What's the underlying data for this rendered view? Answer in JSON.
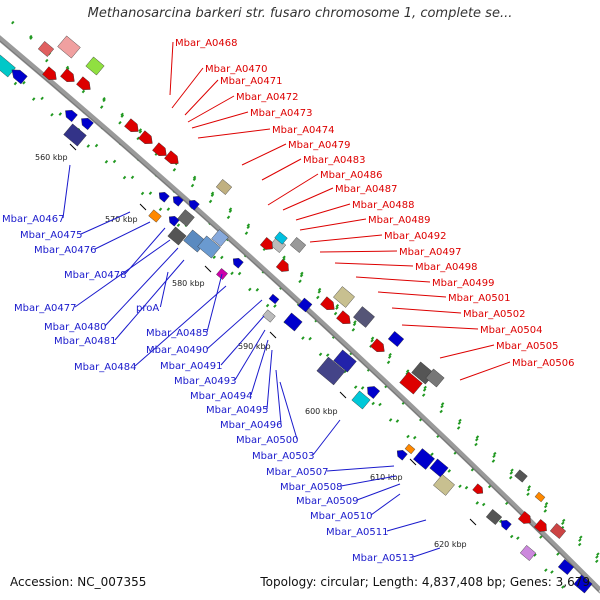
{
  "title": "Methanosarcina barkeri str. fusaro chromosome 1, complete se...",
  "footer": {
    "accession": "Accession: NC_007355",
    "summary": "Topology: circular; Length: 4,837,408 bp; Genes: 3,679"
  },
  "ticks": [
    "560 kbp",
    "570 kbp",
    "580 kbp",
    "590 kbp",
    "600 kbp",
    "610 kbp",
    "620 kbp"
  ],
  "colors": {
    "backbone": "#9a9a9a",
    "forward_strand": "#dd0000",
    "reverse_strand": "#0000cc",
    "guide_dots": "#229922",
    "forward_label": "#dd0000",
    "reverse_label": "#1a1acc"
  },
  "forward_labels": [
    "Mbar_A0468",
    "Mbar_A0470",
    "Mbar_A0471",
    "Mbar_A0472",
    "Mbar_A0473",
    "Mbar_A0474",
    "Mbar_A0479",
    "Mbar_A0483",
    "Mbar_A0486",
    "Mbar_A0487",
    "Mbar_A0488",
    "Mbar_A0489",
    "Mbar_A0492",
    "Mbar_A0497",
    "Mbar_A0498",
    "Mbar_A0499",
    "Mbar_A0501",
    "Mbar_A0502",
    "Mbar_A0504",
    "Mbar_A0505",
    "Mbar_A0506"
  ],
  "reverse_labels": [
    "Mbar_A0467",
    "Mbar_A0475",
    "Mbar_A0476",
    "Mbar_A0478",
    "Mbar_A0477",
    "Mbar_A0480",
    "proA",
    "Mbar_A0481",
    "Mbar_A0485",
    "Mbar_A0484",
    "Mbar_A0490",
    "Mbar_A0491",
    "Mbar_A0493",
    "Mbar_A0494",
    "Mbar_A0495",
    "Mbar_A0496",
    "Mbar_A0500",
    "Mbar_A0503",
    "Mbar_A0507",
    "Mbar_A0508",
    "Mbar_A0509",
    "Mbar_A0510",
    "Mbar_A0511",
    "Mbar_A0513"
  ]
}
